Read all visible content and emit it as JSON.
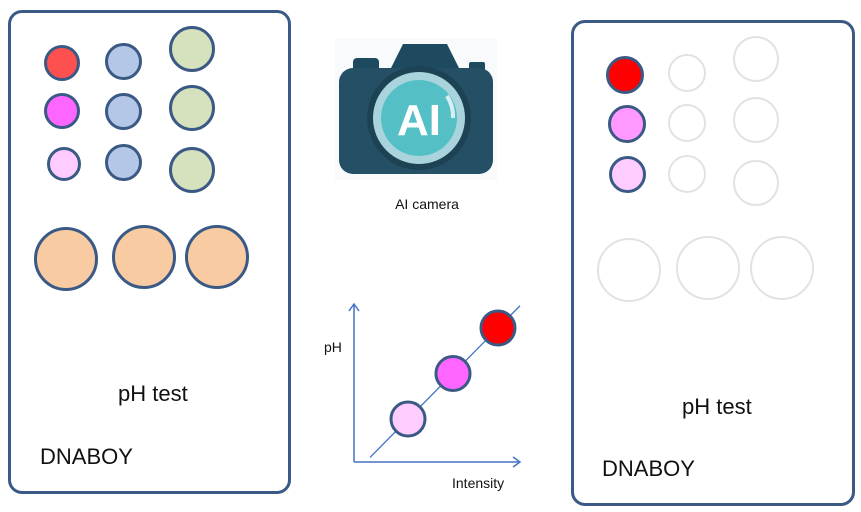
{
  "colors": {
    "card_border": "#3a5a85",
    "red": "#ff0000",
    "magenta": "#ff66ff",
    "light_pink": "#ffccff",
    "blue_gray": "#b4c7e7",
    "sage": "#d6e2bd",
    "peach": "#f8cba3",
    "axis": "#4472c4"
  },
  "left_panel": {
    "label": "pH test",
    "brand": "DNABOY",
    "dots": [
      {
        "color": "#ff5050"
      },
      {
        "color": "#ff66ff"
      },
      {
        "color": "#ffccff"
      },
      {
        "color": "#b4c7e7"
      },
      {
        "color": "#b4c7e7"
      },
      {
        "color": "#b4c7e7"
      },
      {
        "color": "#d6e2bd"
      },
      {
        "color": "#d6e2bd"
      },
      {
        "color": "#d6e2bd"
      },
      {
        "color": "#f8cba3"
      },
      {
        "color": "#f8cba3"
      },
      {
        "color": "#f8cba3"
      }
    ]
  },
  "right_panel": {
    "label": "pH test",
    "brand": "DNABOY",
    "dots": [
      {
        "color": "#ff0000"
      },
      {
        "color": "#ff99ff"
      },
      {
        "color": "#ffccff"
      }
    ]
  },
  "camera": {
    "icon": "ai-camera-icon",
    "badge": "AI",
    "caption": "AI camera"
  },
  "chart_data": {
    "type": "scatter",
    "title": "",
    "xlabel": "Intensity",
    "ylabel": "pH",
    "trendline": true,
    "points": [
      {
        "x": 1,
        "y": 1,
        "color": "#ffccff"
      },
      {
        "x": 2,
        "y": 2,
        "color": "#ff66ff"
      },
      {
        "x": 3,
        "y": 3,
        "color": "#ff0000"
      }
    ]
  }
}
